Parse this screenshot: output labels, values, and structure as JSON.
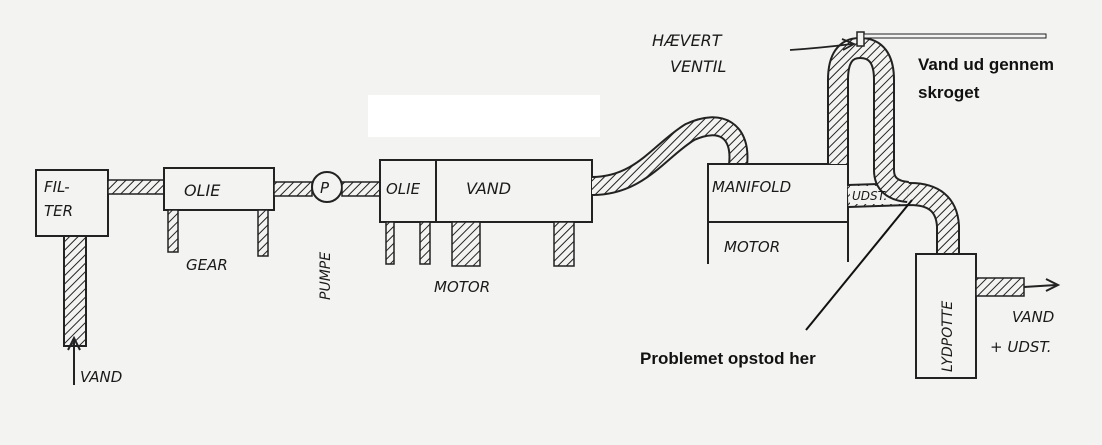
{
  "diagram": {
    "labels": {
      "filter_line1": "FIL-",
      "filter_line2": "TER",
      "vand_inlet": "VAND",
      "olie_gear": "OLIE",
      "gear": "GEAR",
      "pump_symbol": "P",
      "pumpe": "PUMPE",
      "olie_motor": "OLIE",
      "vand_motor": "VAND",
      "motor_lower": "MOTOR",
      "manifold": "MANIFOLD",
      "motor_block": "MOTOR",
      "udst": "UDST.",
      "haevert_line1": "HÆVERT",
      "haevert_line2": "VENTIL",
      "lydpotte": "LYDPOTTE",
      "outlet_line1": "VAND",
      "outlet_line2": "+ UDST."
    },
    "annotations": {
      "hull_line1": "Vand ud gennem",
      "hull_line2": "skroget",
      "problem": "Problemet opstod her"
    }
  }
}
